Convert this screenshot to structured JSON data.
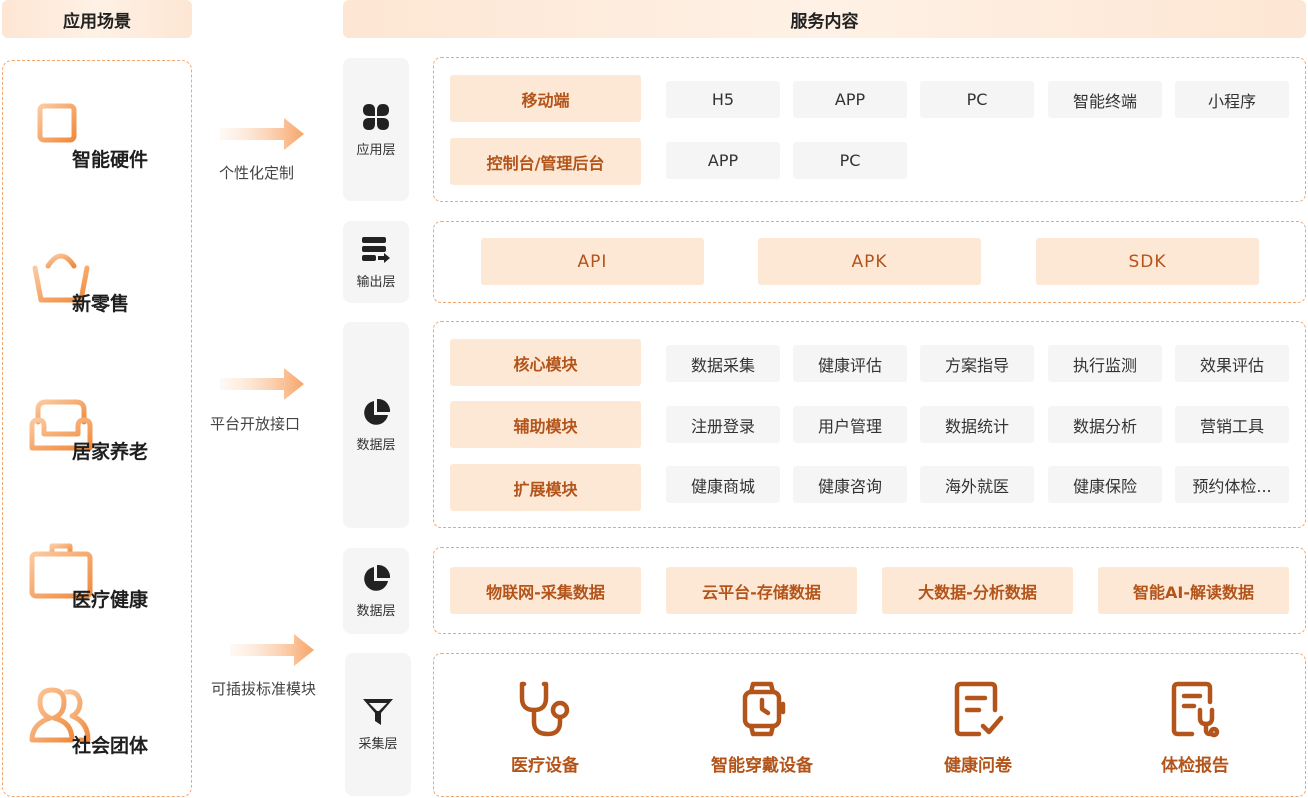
{
  "headers": {
    "scenes": "应用场景",
    "services": "服务内容"
  },
  "scenes": [
    {
      "label": "智能硬件",
      "icon": "chip-icon"
    },
    {
      "label": "新零售",
      "icon": "basket-icon"
    },
    {
      "label": "居家养老",
      "icon": "sofa-icon"
    },
    {
      "label": "医疗健康",
      "icon": "medkit-icon"
    },
    {
      "label": "社会团体",
      "icon": "group-icon"
    }
  ],
  "connectors": [
    {
      "label": "个性化定制"
    },
    {
      "label": "平台开放接口"
    },
    {
      "label": "可插拔标准模块"
    }
  ],
  "layers": {
    "application": {
      "tab": "应用层",
      "icon": "grid-icon",
      "rows": [
        {
          "category": "移动端",
          "items": [
            "H5",
            "APP",
            "PC",
            "智能终端",
            "小程序"
          ]
        },
        {
          "category": "控制台/管理后台",
          "items": [
            "APP",
            "PC"
          ]
        }
      ]
    },
    "output": {
      "tab": "输出层",
      "icon": "server-export-icon",
      "items": [
        "API",
        "APK",
        "SDK"
      ]
    },
    "data": {
      "tab": "数据层",
      "icon": "pie-icon",
      "rows": [
        {
          "category": "核心模块",
          "items": [
            "数据采集",
            "健康评估",
            "方案指导",
            "执行监测",
            "效果评估"
          ]
        },
        {
          "category": "辅助模块",
          "items": [
            "注册登录",
            "用户管理",
            "数据统计",
            "数据分析",
            "营销工具"
          ]
        },
        {
          "category": "扩展模块",
          "items": [
            "健康商城",
            "健康咨询",
            "海外就医",
            "健康保险",
            "预约体检..."
          ]
        }
      ]
    },
    "data_pipeline": {
      "tab": "数据层",
      "icon": "pie-icon",
      "items": [
        "物联网-采集数据",
        "云平台-存储数据",
        "大数据-分析数据",
        "智能AI-解读数据"
      ]
    },
    "collection": {
      "tab": "采集层",
      "icon": "filter-icon",
      "items": [
        {
          "label": "医疗设备",
          "icon": "stethoscope-icon"
        },
        {
          "label": "智能穿戴设备",
          "icon": "smartwatch-icon"
        },
        {
          "label": "健康问卷",
          "icon": "questionnaire-icon"
        },
        {
          "label": "体检报告",
          "icon": "report-icon"
        }
      ]
    }
  },
  "colors": {
    "accent": "#f08a3c",
    "accent_dark": "#b3541a",
    "chip_bg": "#f5f5f5",
    "cat_bg": "#fde8d6"
  }
}
